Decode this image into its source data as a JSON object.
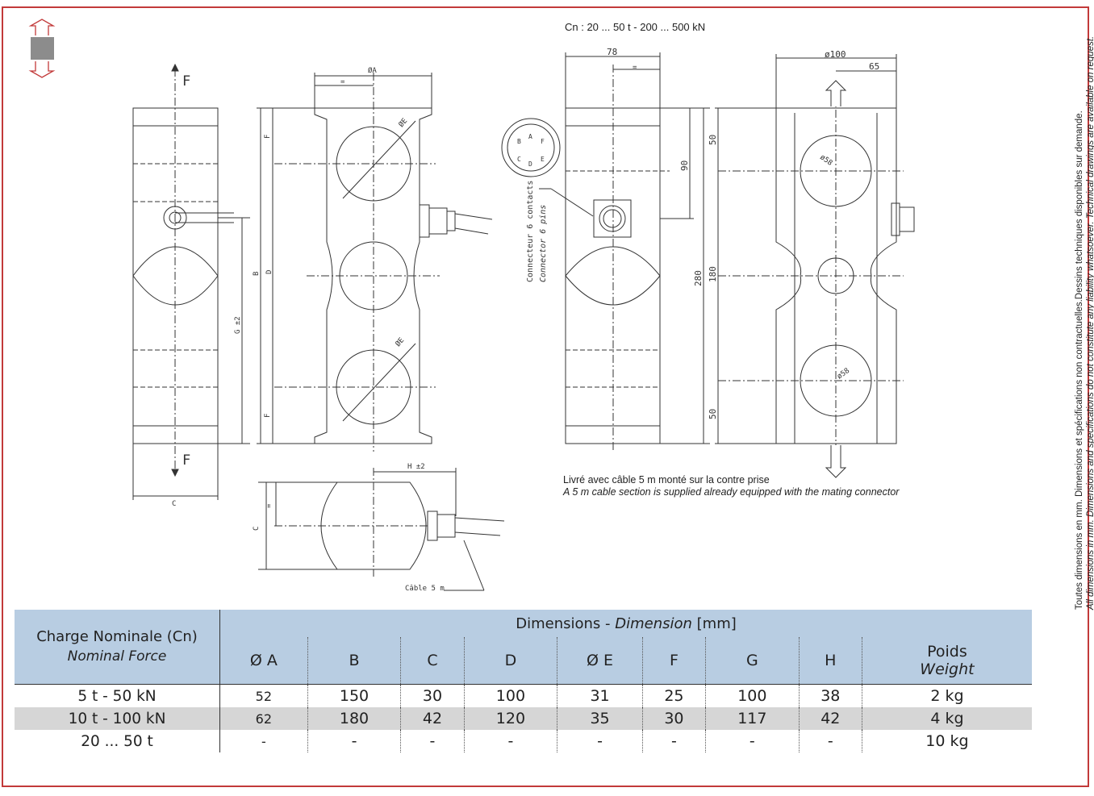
{
  "drawing": {
    "capacity_label": "Cn : 20 ... 50 t - 200 ... 500 kN",
    "force_label": "F",
    "dim_A": "ØA",
    "dim_equal": "=",
    "dim_E": "ØE",
    "dim_F": "F",
    "dim_B": "B",
    "dim_D": "D",
    "dim_G": "G ±2",
    "dim_C": "C",
    "dim_H": "H ±2",
    "cable_label": "Câble 5 m",
    "dim_78": "78",
    "dim_100": "ø100",
    "dim_65": "65",
    "dim_90": "90",
    "dim_50": "50",
    "dim_180": "180",
    "dim_280": "280",
    "dim_58": "ø58",
    "connector_fr": "Connecteur 6 contacts",
    "connector_en": "Connector 6 pins",
    "pins": [
      "A",
      "B",
      "C",
      "D",
      "E",
      "F"
    ],
    "cable_note_fr": "Livré avec câble 5 m monté sur la contre prise",
    "cable_note_en": "A 5 m cable section is supplied already equipped with the mating connector"
  },
  "side_note": {
    "fr": "Toutes dimensions en mm. Dimensions et spécifications non contractuelles.Dessins techniques disponibles sur demande.",
    "en": "All dimensions in mm. Dimensions and specifications do not constitute any liability whatsoever. Technical drawings are available on request."
  },
  "colors": {
    "header_bg": "#b8cde2",
    "row_gray": "#d6d6d6",
    "frame": "#c23a3a"
  },
  "icons": [
    "up-down-arrow-icon"
  ],
  "table": {
    "head_fr": "Charge Nominale (Cn)",
    "head_en": "Nominal Force",
    "dim_title_fr": "Dimensions - ",
    "dim_title_en": "Dimension",
    "dim_unit": " [mm]",
    "columns": [
      "Ø A",
      "B",
      "C",
      "D",
      "Ø E",
      "F",
      "G",
      "H"
    ],
    "weight_fr": "Poids",
    "weight_en": "Weight",
    "rows": [
      {
        "cn": "5 t - 50 kN",
        "values": [
          "52",
          "150",
          "30",
          "100",
          "31",
          "25",
          "100",
          "38"
        ],
        "weight": "2 kg"
      },
      {
        "cn": "10 t - 100 kN",
        "values": [
          "62",
          "180",
          "42",
          "120",
          "35",
          "30",
          "117",
          "42"
        ],
        "weight": "4 kg"
      },
      {
        "cn": "20 ... 50 t",
        "values": [
          "-",
          "-",
          "-",
          "-",
          "-",
          "-",
          "-",
          "-"
        ],
        "weight": "10 kg"
      }
    ]
  }
}
